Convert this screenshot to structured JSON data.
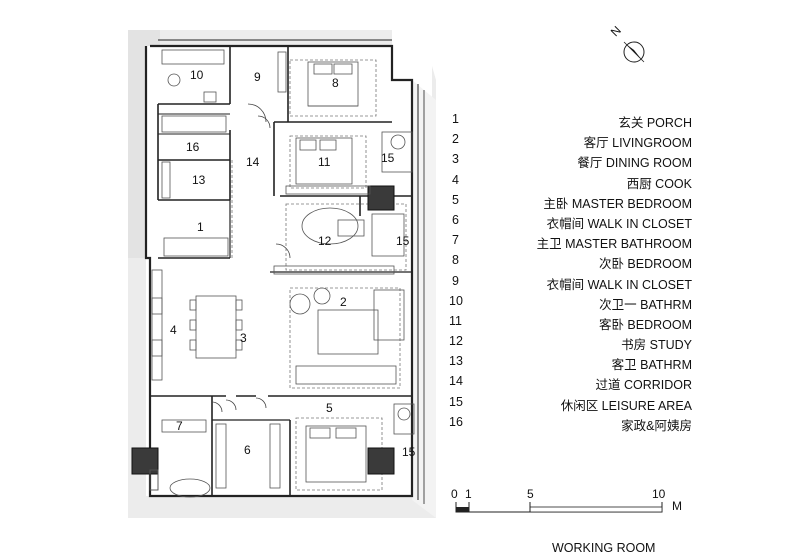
{
  "legend": [
    {
      "num": "1",
      "label": "玄关  PORCH"
    },
    {
      "num": "2",
      "label": "客厅  LIVINGROOM"
    },
    {
      "num": "3",
      "label": "餐厅  DINING ROOM"
    },
    {
      "num": "4",
      "label": "西厨  COOK"
    },
    {
      "num": "5",
      "label": "主卧  MASTER BEDROOM"
    },
    {
      "num": "6",
      "label": "衣帽间  WALK IN CLOSET"
    },
    {
      "num": "7",
      "label": "主卫  MASTER BATHROOM"
    },
    {
      "num": "8",
      "label": "次卧  BEDROOM"
    },
    {
      "num": "9",
      "label": "衣帽间  WALK IN CLOSET"
    },
    {
      "num": "10",
      "label": "次卫一  BATHRM"
    },
    {
      "num": "11",
      "label": "客卧  BEDROOM"
    },
    {
      "num": "12",
      "label": "书房  STUDY"
    },
    {
      "num": "13",
      "label": "客卫  BATHRM"
    },
    {
      "num": "14",
      "label": "过道  CORRIDOR"
    },
    {
      "num": "15",
      "label": "休闲区  LEISURE AREA"
    },
    {
      "num": "16",
      "label": "家政&阿姨房"
    }
  ],
  "legend_extra": "WORKING ROOM",
  "room_numbers": [
    "1",
    "2",
    "3",
    "4",
    "5",
    "6",
    "7",
    "8",
    "9",
    "10",
    "11",
    "12",
    "13",
    "14",
    "15",
    "15",
    "15",
    "16"
  ],
  "north_label": "N",
  "scale": {
    "ticks": [
      "0",
      "1",
      "5",
      "10"
    ],
    "unit": "M"
  }
}
